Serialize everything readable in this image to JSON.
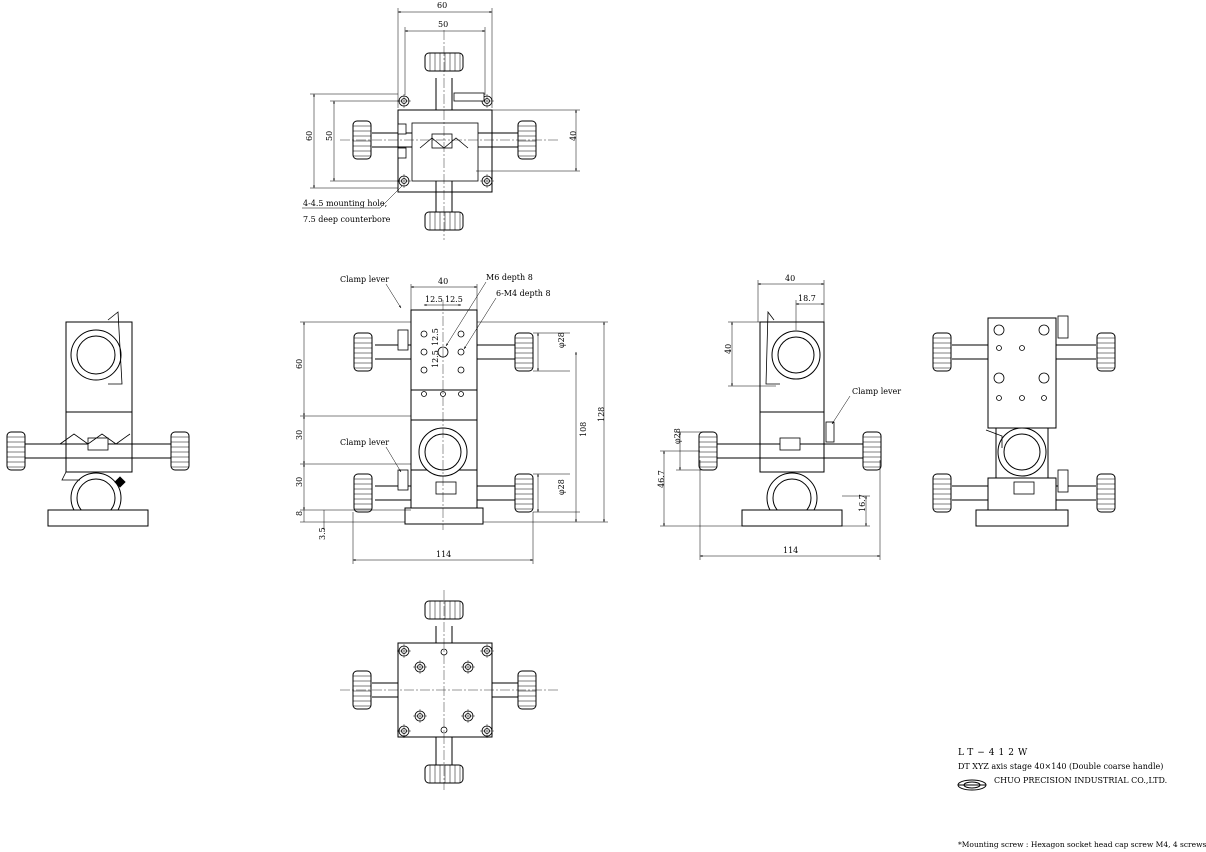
{
  "title_block": {
    "model": "LT−412W",
    "description": "DT XYZ axis stage  40×140 (Double coarse handle)",
    "manufacturer": "CHUO PRECISION INDUSTRIAL CO.,LTD."
  },
  "note": "*Mounting screw : Hexagon socket head cap screw M4, 4 screws",
  "top_view": {
    "dim_width_outer": "60",
    "dim_width_inner": "50",
    "dim_height_outer": "60",
    "dim_height_inner": "50",
    "dim_right": "40",
    "mounting_hole_line1": "4-4.5 mounting hole,",
    "mounting_hole_line2": "7.5 deep counterbore"
  },
  "front_view": {
    "clamp_lever_top": "Clamp lever",
    "clamp_lever_mid": "Clamp lever",
    "dim_width": "40",
    "dim_pitch_a": "12.5",
    "dim_pitch_b": "12.5",
    "dim_vert_a": "12.5",
    "dim_vert_b": "12.5",
    "m6_note": "M6 depth 8",
    "m4_note": "6-M4 depth 8",
    "dim_60": "60",
    "dim_30a": "30",
    "dim_30b": "30",
    "dim_8": "8",
    "dim_3_5": "3.5",
    "dim_phi28_top": "φ28",
    "dim_phi28_bottom": "φ28",
    "dim_108": "108",
    "dim_128": "128",
    "dim_114": "114"
  },
  "side_view": {
    "dim_40": "40",
    "dim_18_7": "18.7",
    "dim_40_v": "40",
    "clamp_lever": "Clamp lever",
    "dim_phi28": "φ28",
    "dim_46_7": "46.7",
    "dim_16_7": "16.7",
    "dim_114": "114"
  }
}
